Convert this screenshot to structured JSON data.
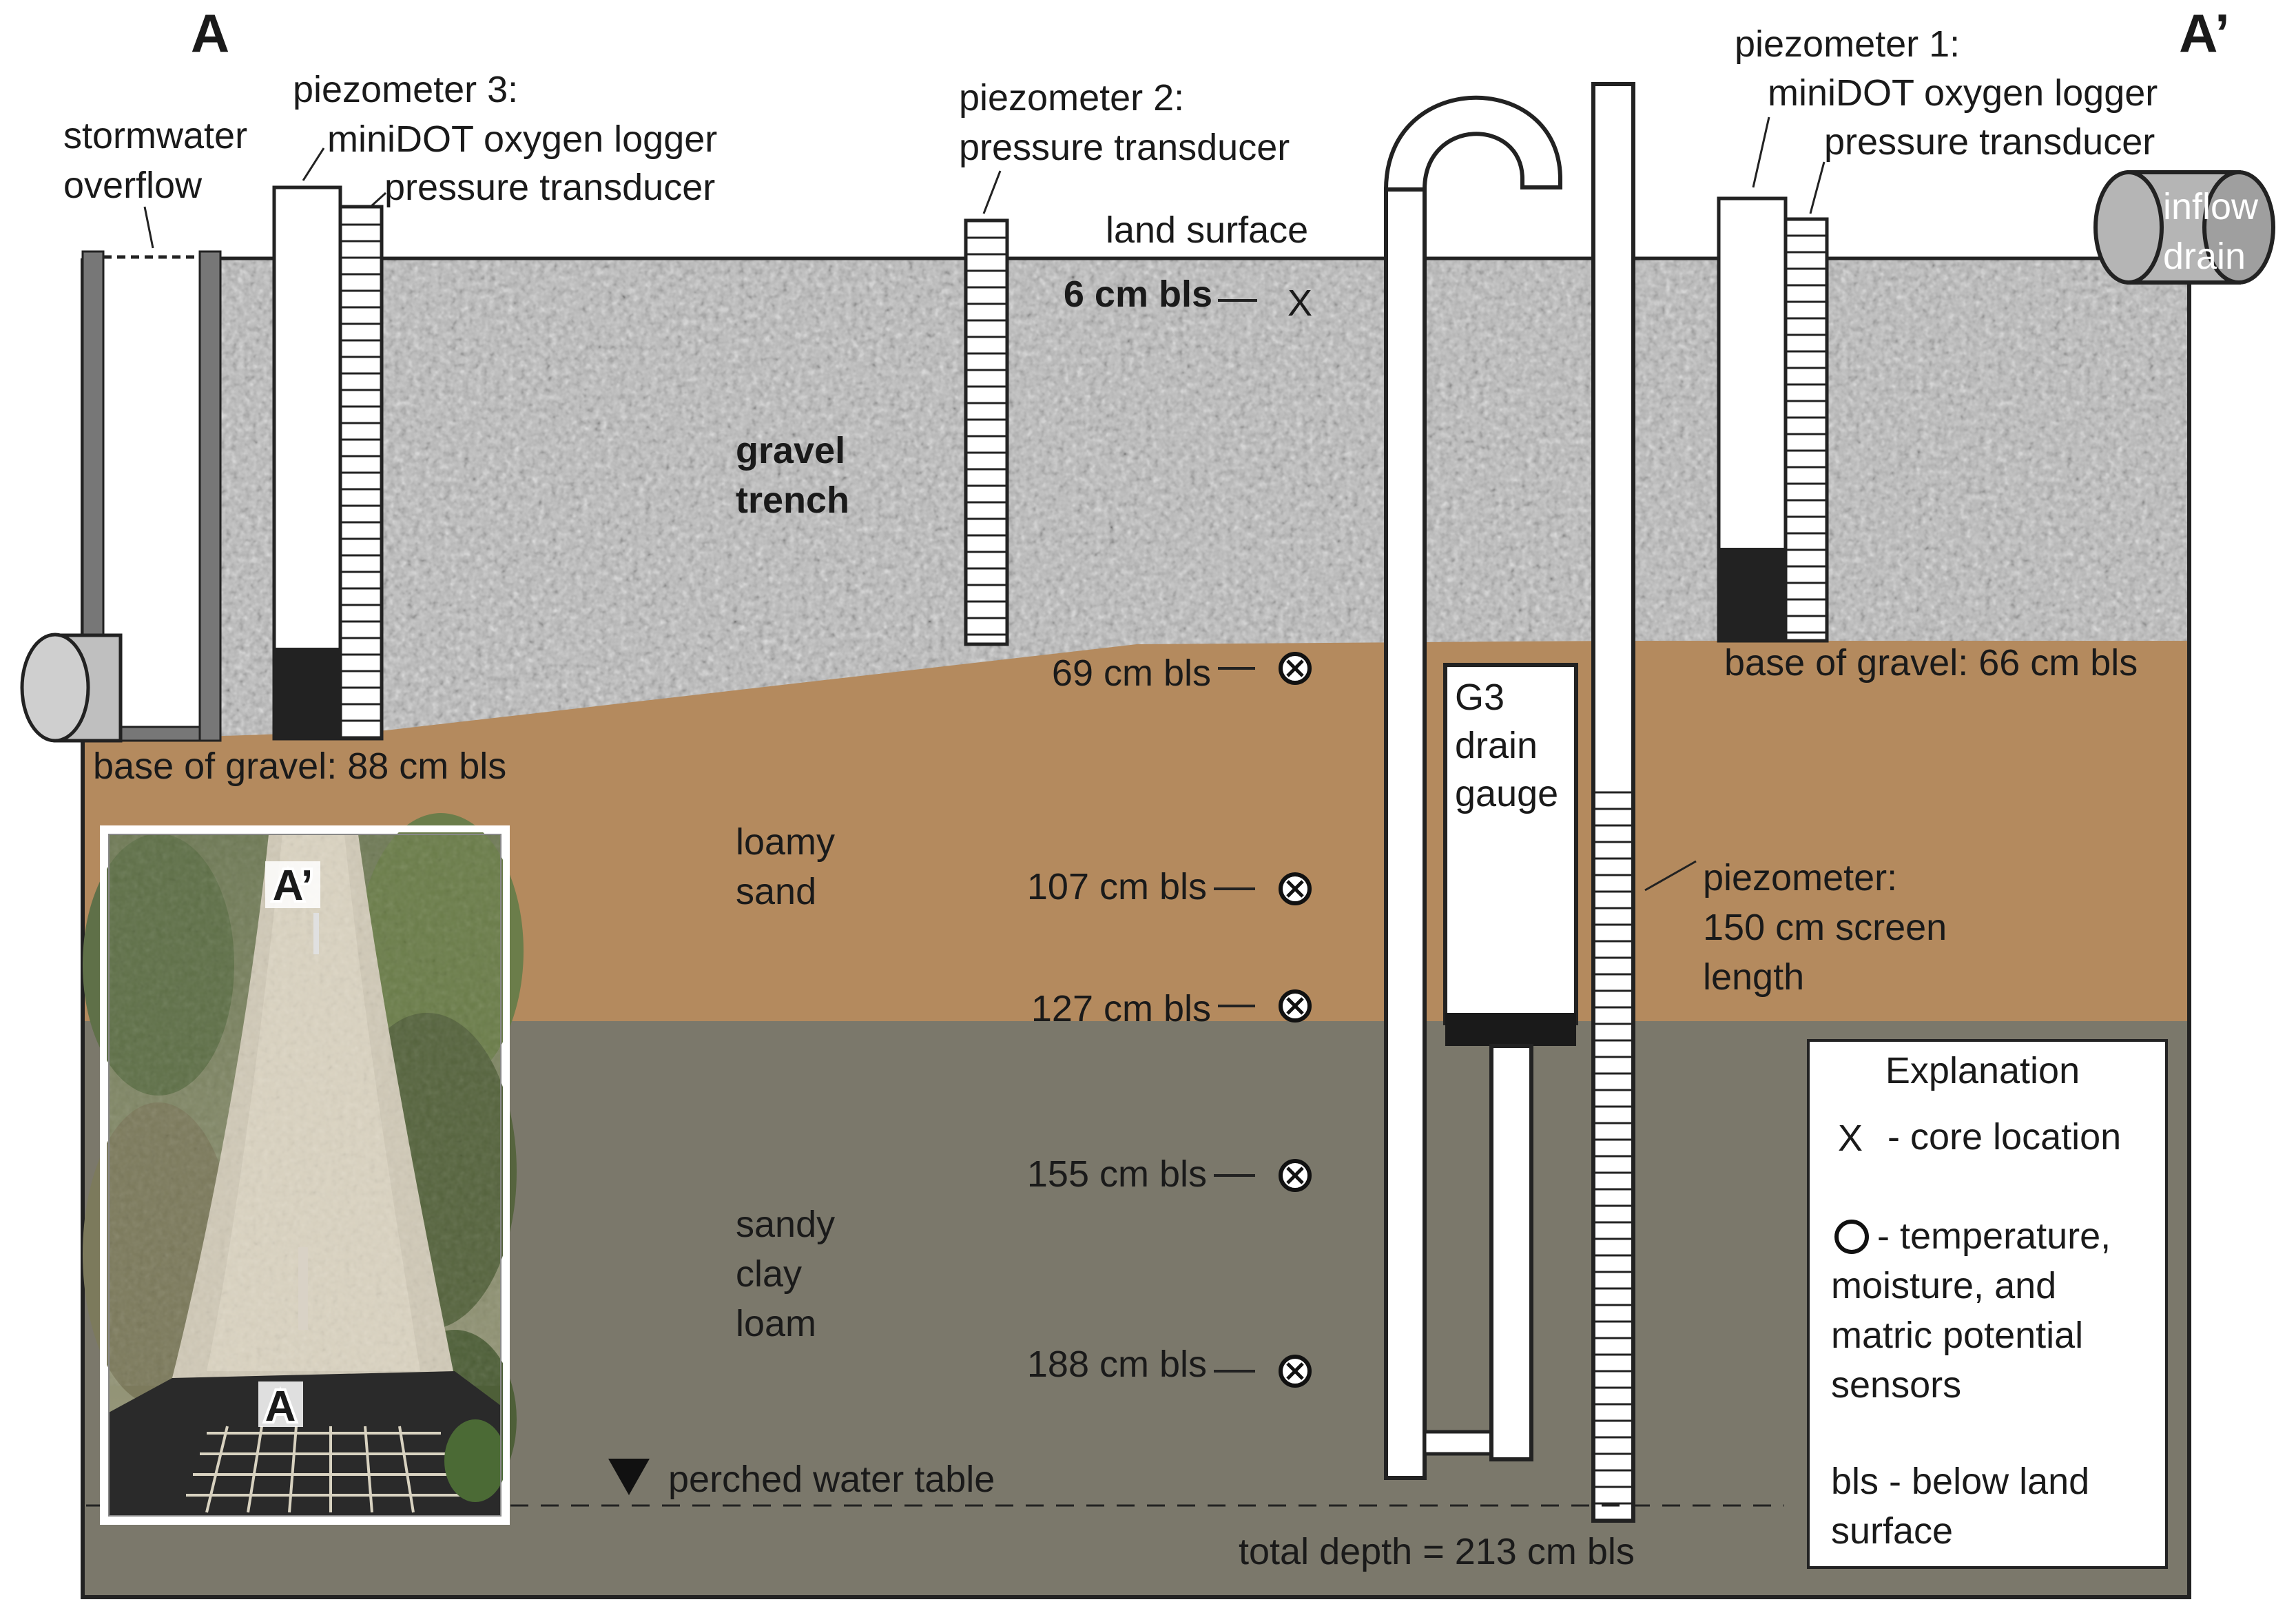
{
  "section_labels": {
    "start": "A",
    "end": "A’"
  },
  "instruments": {
    "stormwater_overflow": {
      "line1": "stormwater",
      "line2": "overflow"
    },
    "piezometer_3": {
      "title": "piezometer 3:",
      "item1": "miniDOT oxygen logger",
      "item2": "pressure transducer"
    },
    "piezometer_2": {
      "title": "piezometer 2:",
      "item1": "pressure transducer"
    },
    "piezometer_1": {
      "title": "piezometer 1:",
      "item1": "miniDOT oxygen logger",
      "item2": "pressure transducer"
    },
    "inflow_drain": {
      "line1": "inflow",
      "line2": "drain"
    },
    "drain_gauge": {
      "line1": "G3",
      "line2": "drain",
      "line3": "gauge"
    },
    "deep_piezometer": {
      "line1": "piezometer:",
      "line2": "150 cm screen",
      "line3": "length"
    }
  },
  "surface": {
    "land_surface": "land surface",
    "base_gravel_left": "base of gravel: 88 cm bls",
    "base_gravel_right": "base of gravel: 66 cm bls",
    "perched_water_table": "perched water table",
    "total_depth": "total depth = 213 cm bls"
  },
  "layers": {
    "gravel": {
      "line1": "gravel",
      "line2": "trench",
      "color": "#b8b8b8"
    },
    "loamy_sand": {
      "line1": "loamy",
      "line2": "sand",
      "color": "#b48a5e"
    },
    "sandy_clay_loam": {
      "line1": "sandy",
      "line2": "clay",
      "line3": "loam",
      "color": "#7b786b"
    }
  },
  "depths": {
    "d6": "6 cm bls",
    "d69": "69 cm bls",
    "d107": "107 cm bls",
    "d127": "127 cm bls",
    "d155": "155 cm bls",
    "d188": "188 cm bls"
  },
  "inset_photo": {
    "top_label": "A’",
    "bottom_label": "A"
  },
  "explanation": {
    "title": "Explanation",
    "core_symbol": "X",
    "core_text": "- core location",
    "sensor_line1": "- temperature,",
    "sensor_line2": "moisture, and",
    "sensor_line3": "matric potential",
    "sensor_line4": "sensors",
    "bls_line1": "bls - below land",
    "bls_line2": "surface"
  }
}
